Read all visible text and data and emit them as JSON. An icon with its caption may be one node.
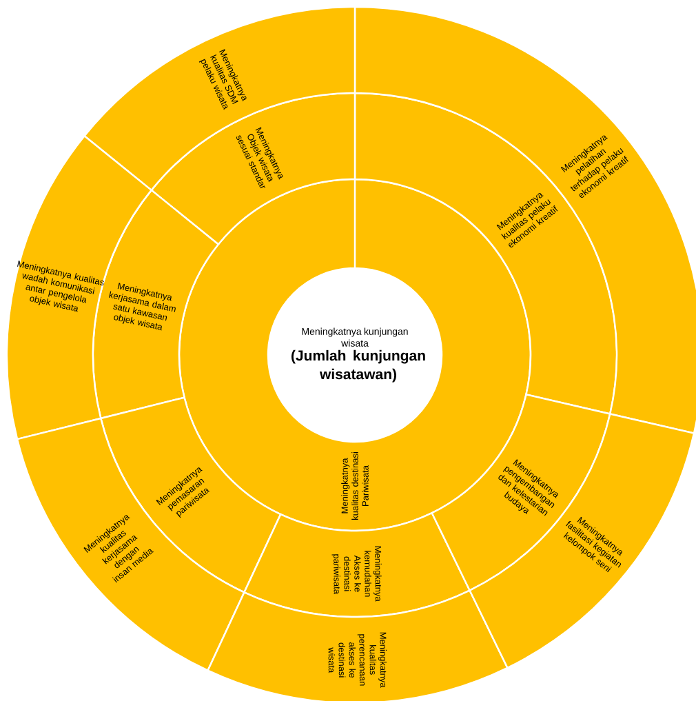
{
  "diagram": {
    "nodes": [
      {
        "text": [
          "Meningkatnya kunjungan wisata",
          "(Jumlah kunjungan wisatawan)"
        ]
      },
      {
        "text": [
          "Meningkatnya kualitas destinasi Pariwisata"
        ]
      },
      {
        "text": [
          "Meningkatnya kualitas pelaku ekonomi kreatif"
        ]
      },
      {
        "text": [
          "Meningkatnya pelatihan terhadap pelaku ekonomi kreatif"
        ]
      },
      {
        "text": [
          "Meningkatnya Objek wisata sesuai standar"
        ]
      },
      {
        "text": [
          "Meningkatnya kualitas SDM pelaku wisata"
        ]
      },
      {
        "text": [
          "Meningkatnya kerjasama dalam satu kawasan objek wisata"
        ]
      },
      {
        "text": [
          "Meningkatnya kualitas wadah komunikasi antar pengelola objek wisata"
        ]
      },
      {
        "text": [
          "Meningkatnya pemasaran pariwisata"
        ]
      },
      {
        "text": [
          "Meningkatnya kualitas kerjasama dengan insan media"
        ]
      },
      {
        "text": [
          "Meningkatnya kemudahan Akses ke destinasi pariwisata"
        ]
      },
      {
        "text": [
          "Meningkatnya kualitas perencanaan akses ke destinasi wisata"
        ]
      },
      {
        "text": [
          "Meningkatnya pengembangan dan kelestarian budaya"
        ]
      },
      {
        "text": [
          "Meningkatnya fasilitasi kegiatan kelompok seni"
        ]
      }
    ]
  }
}
